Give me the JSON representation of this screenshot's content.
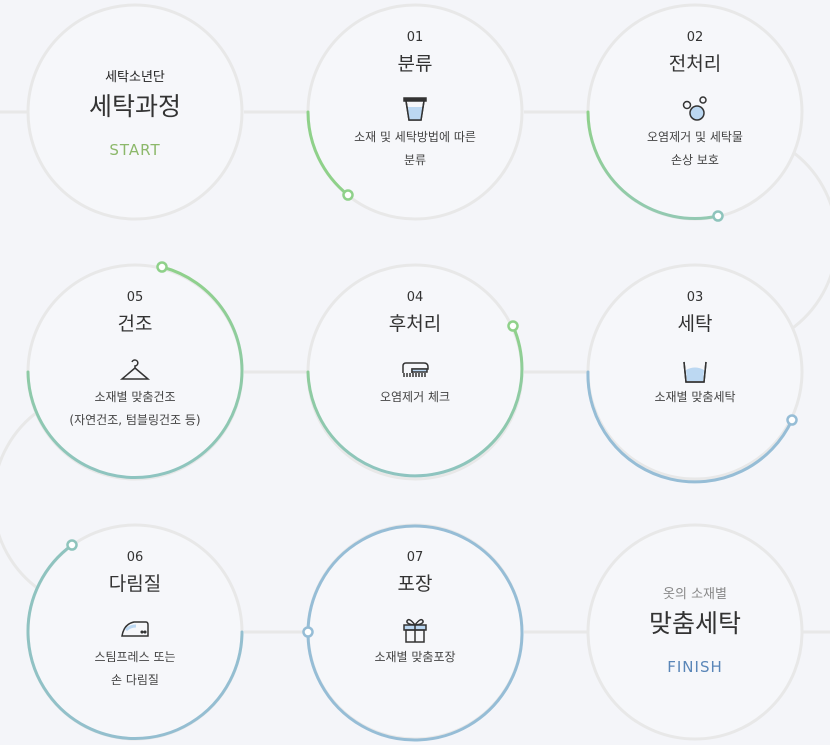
{
  "start": {
    "subtitle": "세탁소년단",
    "title": "세탁과정",
    "tag": "START"
  },
  "finish": {
    "subtitle": "옷의 소재별",
    "title": "맞춤세탁",
    "tag": "FINISH"
  },
  "steps": [
    {
      "num": "01",
      "title": "분류",
      "desc1": "소재 및 세탁방법에 따른",
      "desc2": "분류",
      "icon": "bucket-icon"
    },
    {
      "num": "02",
      "title": "전처리",
      "desc1": "오염제거 및 세탁물",
      "desc2": "손상 보호",
      "icon": "bubbles-icon"
    },
    {
      "num": "03",
      "title": "세탁",
      "desc1": "소재별 맞춤세탁",
      "desc2": "",
      "icon": "wash-tub-icon"
    },
    {
      "num": "04",
      "title": "후처리",
      "desc1": "오염제거 체크",
      "desc2": "",
      "icon": "brush-icon"
    },
    {
      "num": "05",
      "title": "건조",
      "desc1": "소재별 맞춤건조",
      "desc2": "(자연건조, 텀블링건조 등)",
      "icon": "hanger-icon"
    },
    {
      "num": "06",
      "title": "다림질",
      "desc1": "스팀프레스 또는",
      "desc2": "손 다림질",
      "icon": "iron-icon"
    },
    {
      "num": "07",
      "title": "포장",
      "desc1": "소재별 맞춤포장",
      "desc2": "",
      "icon": "gift-icon"
    }
  ],
  "colors": {
    "green": "#8fd18a",
    "teal": "#8ec4bc",
    "blue": "#96bdd6",
    "ring": "#e8e8e8"
  }
}
